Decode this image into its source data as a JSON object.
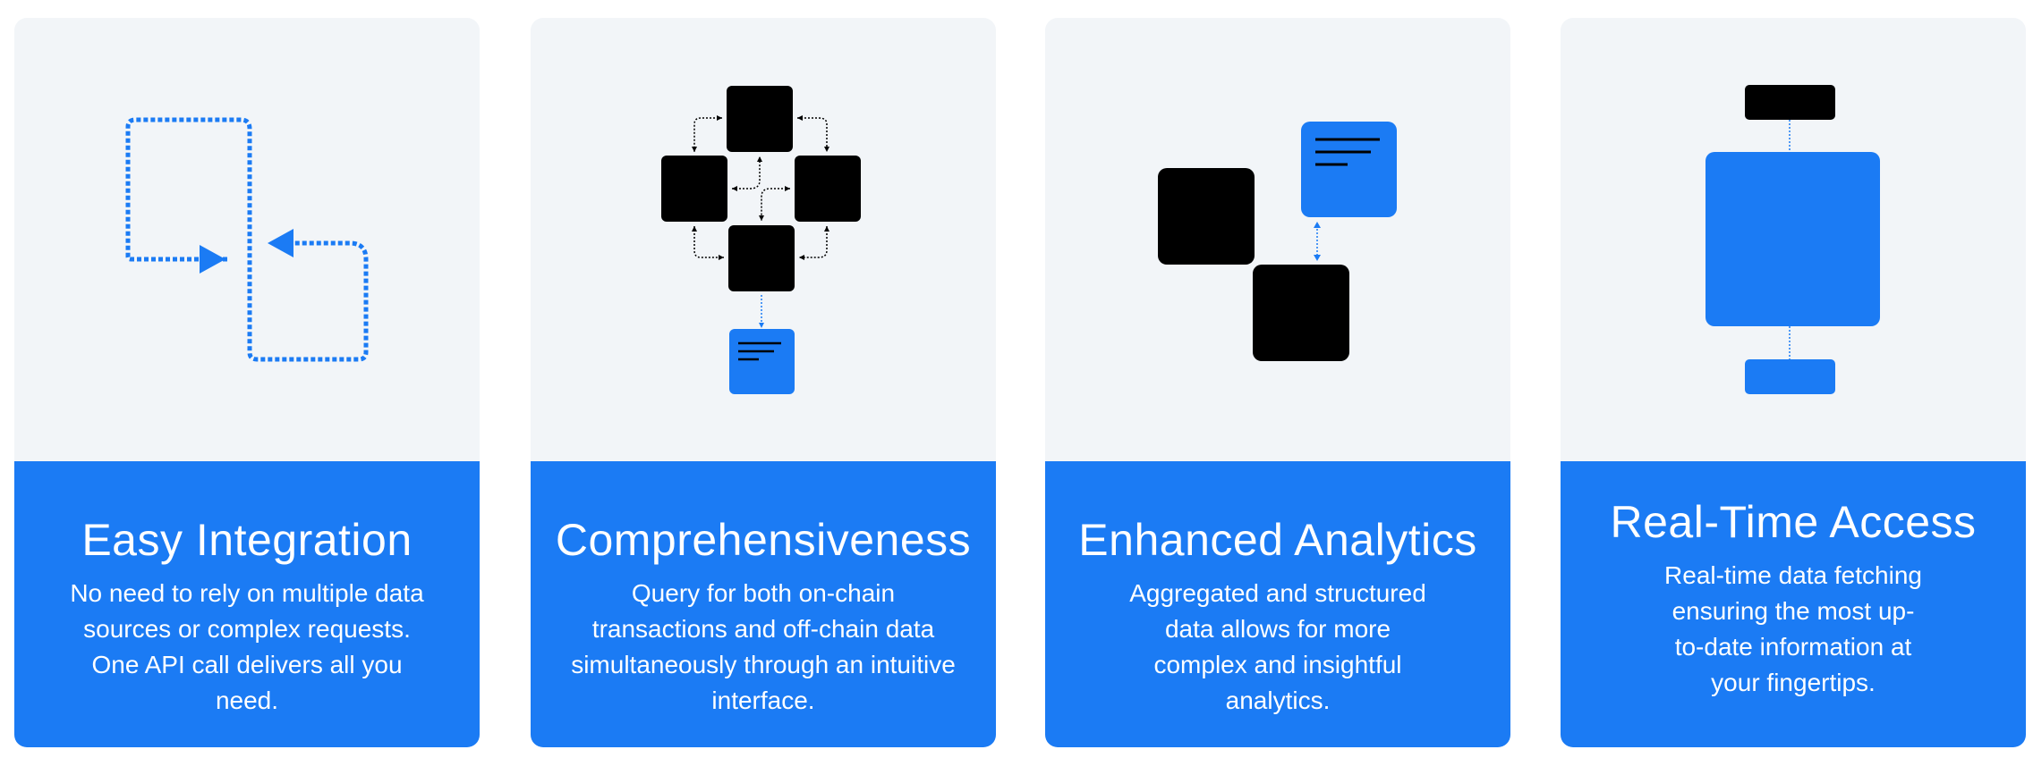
{
  "cards": [
    {
      "title": "Easy Integration",
      "description": "No need to rely on multiple data sources or complex requests. One API call delivers all you need.",
      "icon": "integration-loop-icon"
    },
    {
      "title": "Comprehensiveness",
      "description": "Query for both on-chain transactions and off-chain data simultaneously through an intuitive interface.",
      "icon": "network-blocks-icon"
    },
    {
      "title": "Enhanced Analytics",
      "description": "Aggregated and structured data allows for more complex and insightful analytics.",
      "icon": "analytics-blocks-icon"
    },
    {
      "title": "Real-Time Access",
      "description": "Real-time data fetching ensuring the most up-to-date information at your fingertips.",
      "icon": "realtime-stack-icon"
    }
  ],
  "colors": {
    "accent": "#1b7bf4",
    "card_background": "#f2f5f8",
    "block": "#000000",
    "text_on_accent": "#ffffff"
  }
}
